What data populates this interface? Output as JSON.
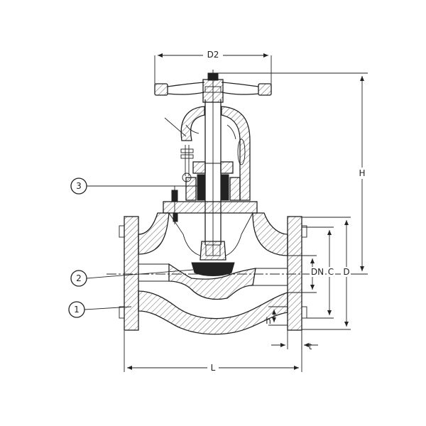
{
  "dimensions": {
    "d2": "D2",
    "h": "H",
    "dn": "DN",
    "c": "C",
    "d": "D",
    "h_small": "h",
    "t": "t",
    "l": "L"
  },
  "callouts": [
    {
      "label": "1"
    },
    {
      "label": "2"
    },
    {
      "label": "3"
    }
  ]
}
